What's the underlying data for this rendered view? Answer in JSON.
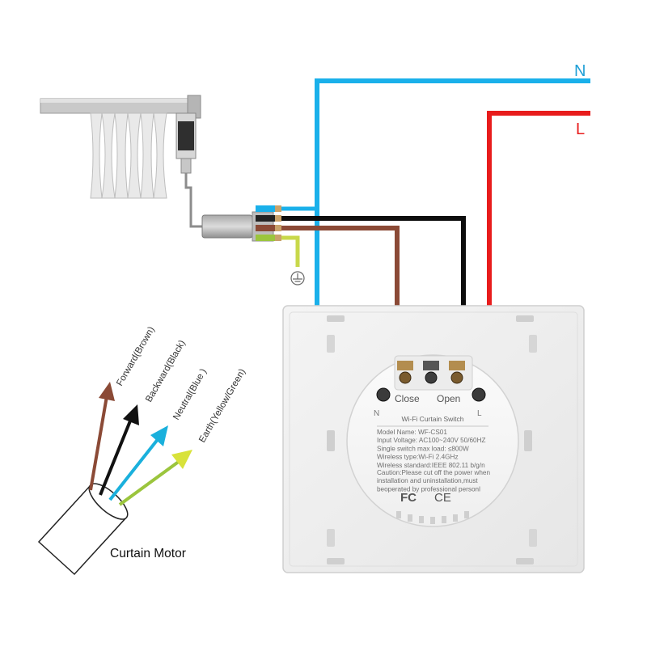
{
  "supply": {
    "neutral_label": "N",
    "live_label": "L"
  },
  "motor": {
    "caption": "Curtain Motor",
    "wires": [
      {
        "label": "Forward(Brown)",
        "color": "#8b4a36"
      },
      {
        "label": "Backward(Black)",
        "color": "#111111"
      },
      {
        "label": "Neutral(Blue )",
        "color": "#1ab0dc"
      },
      {
        "label": "Earth(Yellow/Green)",
        "color": "#9bc53d"
      }
    ]
  },
  "switch": {
    "terminal_close": "Close",
    "terminal_open": "Open",
    "terminal_n": "N",
    "terminal_l": "L",
    "plate_title": "Wi-Fi Curtain Switch",
    "specs": [
      "Model Name: WF-CS01",
      "Input Voltage: AC100~240V 50/60HZ",
      "Single switch max load: ≤800W",
      "Wireless type:Wi-Fi 2.4GHz",
      "Wireless standard:IEEE 802.11 b/g/n"
    ],
    "caution": [
      "Caution:Please cut off the power when",
      "installation and uninstallation,must",
      "beoperated by professional personl"
    ],
    "fc_mark": "FC",
    "ce_mark": "CE"
  },
  "colors": {
    "neutral": "#1ab0ea",
    "live": "#e81c1c",
    "brown": "#8b4a36",
    "black": "#0d0d0d",
    "earth": "#9bc53d",
    "label_neutral": "#1f9fd6",
    "label_live": "#e81c1c"
  }
}
